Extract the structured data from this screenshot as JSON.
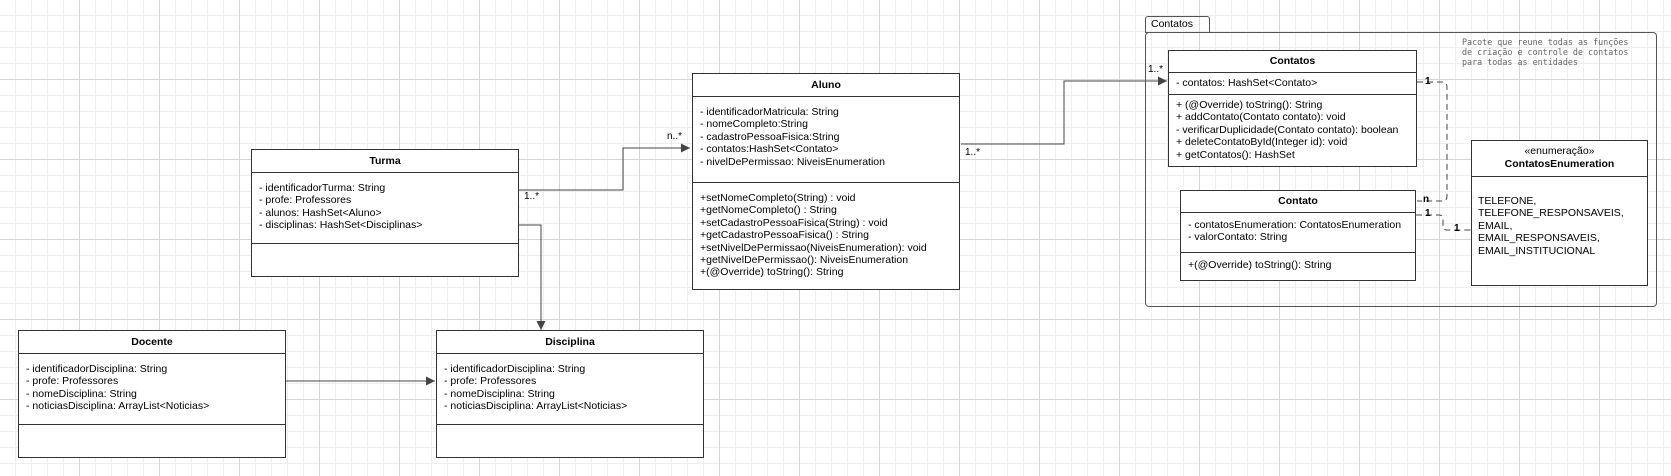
{
  "package": {
    "name": "Contatos",
    "note": [
      "Pacote que reune todas as funções",
      "de criação e controle de contatos",
      "para todas as entidades"
    ]
  },
  "classes": {
    "turma": {
      "name": "Turma",
      "attributes": [
        "- identificadorTurma: String",
        "- profe: Professores",
        "- alunos: HashSet<Aluno>",
        "- disciplinas: HashSet<Disciplinas>"
      ],
      "methods": []
    },
    "aluno": {
      "name": "Aluno",
      "attributes": [
        "- identificadorMatricula: String",
        "- nomeCompleto:String",
        "- cadastroPessoaFisica:String",
        "- contatos:HashSet<Contato>",
        "- nivelDePermissao: NiveisEnumeration"
      ],
      "methods": [
        "+setNomeCompleto(String) : void",
        "+getNomeCompleto() : String",
        "+setCadastroPessoaFisica(String) : void",
        "+getCadastroPessoaFisica() : String",
        "+setNivelDePermissao(NiveisEnumeration): void",
        "+getNivelDePermissao(): NiveisEnumeration",
        "+(@Override) toString(): String"
      ]
    },
    "docente": {
      "name": "Docente",
      "attributes": [
        "- identificadorDisciplina: String",
        "- profe: Professores",
        "- nomeDisciplina: String",
        "- noticiasDisciplina: ArrayList<Noticias>"
      ],
      "methods": []
    },
    "disciplina": {
      "name": "Disciplina",
      "attributes": [
        "- identificadorDisciplina: String",
        "- profe: Professores",
        "- nomeDisciplina: String",
        "- noticiasDisciplina: ArrayList<Noticias>"
      ],
      "methods": []
    },
    "contatos": {
      "name": "Contatos",
      "attributes": [
        "- contatos: HashSet<Contato>"
      ],
      "methods": [
        "+ (@Override) toString(): String",
        "+ addContato(Contato contato): void",
        "- verificarDuplicidade(Contato contato): boolean",
        "+ deleteContatoById(Integer id): void",
        "+ getContatos(): HashSet"
      ]
    },
    "contato": {
      "name": "Contato",
      "attributes": [
        "- contatosEnumeration: ContatosEnumeration",
        "- valorContato: String"
      ],
      "methods": [
        "+(@Override) toString(): String"
      ]
    },
    "contatosEnumeration": {
      "stereotype": "«enumeração»",
      "name": "ContatosEnumeration",
      "values": [
        "TELEFONE,",
        "TELEFONE_RESPONSAVEIS,",
        "EMAIL,",
        "EMAIL_RESPONSAVEIS,",
        "EMAIL_INSTITUCIONAL"
      ]
    }
  },
  "multiplicities": {
    "turma_aluno_source": "1..*",
    "turma_aluno_target": "n..*",
    "aluno_contatos_source": "1..*",
    "aluno_contatos_target": "1..*",
    "contatos_contato_top": "1",
    "contatos_contato_bottom": "n",
    "contato_enum_left": "1",
    "contato_enum_right": "1"
  }
}
